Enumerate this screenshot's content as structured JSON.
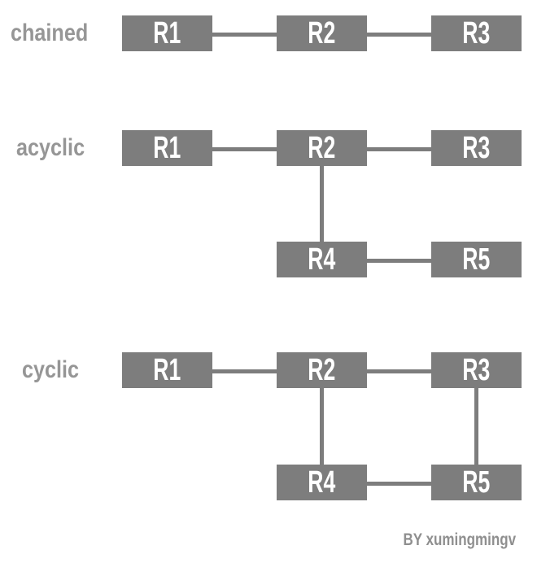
{
  "byline": "BY xumingmingv",
  "colors": {
    "background": "#ffffff",
    "box": "#7d7d7d",
    "connector": "#7d7d7d",
    "section_label": "#969696",
    "box_text": "#ffffff",
    "byline_text": "#8f8f8f"
  },
  "sections": [
    {
      "label": "chained",
      "nodes": [
        {
          "label": "R1"
        },
        {
          "label": "R2"
        },
        {
          "label": "R3"
        }
      ],
      "edges": [
        "R1-R2",
        "R2-R3"
      ]
    },
    {
      "label": "acyclic",
      "nodes": [
        {
          "label": "R1"
        },
        {
          "label": "R2"
        },
        {
          "label": "R3"
        },
        {
          "label": "R4"
        },
        {
          "label": "R5"
        }
      ],
      "edges": [
        "R1-R2",
        "R2-R3",
        "R2-R4",
        "R4-R5"
      ]
    },
    {
      "label": "cyclic",
      "nodes": [
        {
          "label": "R1"
        },
        {
          "label": "R2"
        },
        {
          "label": "R3"
        },
        {
          "label": "R4"
        },
        {
          "label": "R5"
        }
      ],
      "edges": [
        "R1-R2",
        "R2-R3",
        "R2-R4",
        "R4-R5",
        "R3-R5"
      ]
    }
  ]
}
